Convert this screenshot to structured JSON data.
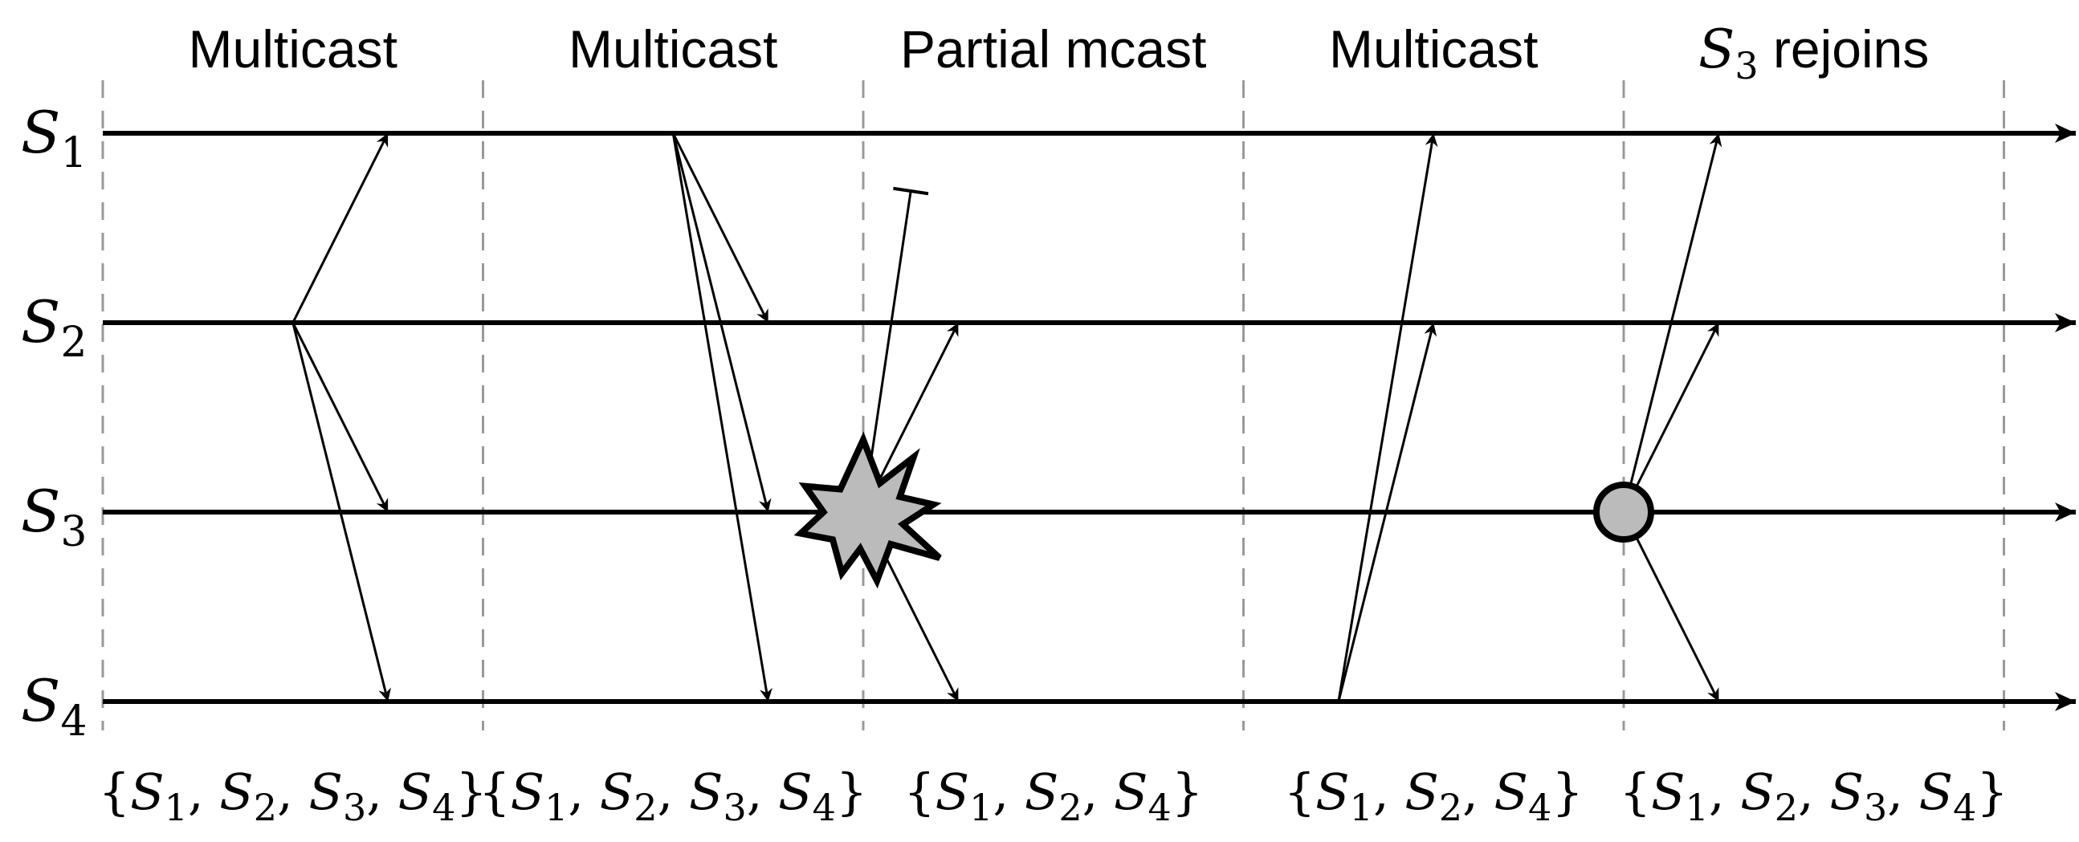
{
  "phases": [
    {
      "label": "Multicast",
      "set": [
        "S1",
        "S2",
        "S3",
        "S4"
      ]
    },
    {
      "label": "Multicast",
      "set": [
        "S1",
        "S2",
        "S3",
        "S4"
      ]
    },
    {
      "label": "Partial mcast",
      "set": [
        "S1",
        "S2",
        "S4"
      ]
    },
    {
      "label": "Multicast",
      "set": [
        "S1",
        "S2",
        "S4"
      ]
    },
    {
      "label_var": "S",
      "label_sub": "3",
      "label_rest": " rejoins",
      "set": [
        "S1",
        "S2",
        "S3",
        "S4"
      ]
    }
  ],
  "servers": [
    {
      "base": "S",
      "sub": "1"
    },
    {
      "base": "S",
      "sub": "2"
    },
    {
      "base": "S",
      "sub": "3"
    },
    {
      "base": "S",
      "sub": "4"
    }
  ],
  "events": {
    "crash_phase": 2,
    "crash_server": 2,
    "rejoin_phase": 4,
    "rejoin_server": 2
  },
  "colors": {
    "line": "#000000",
    "divider": "#999999",
    "event_fill": "#bbbbbb"
  }
}
